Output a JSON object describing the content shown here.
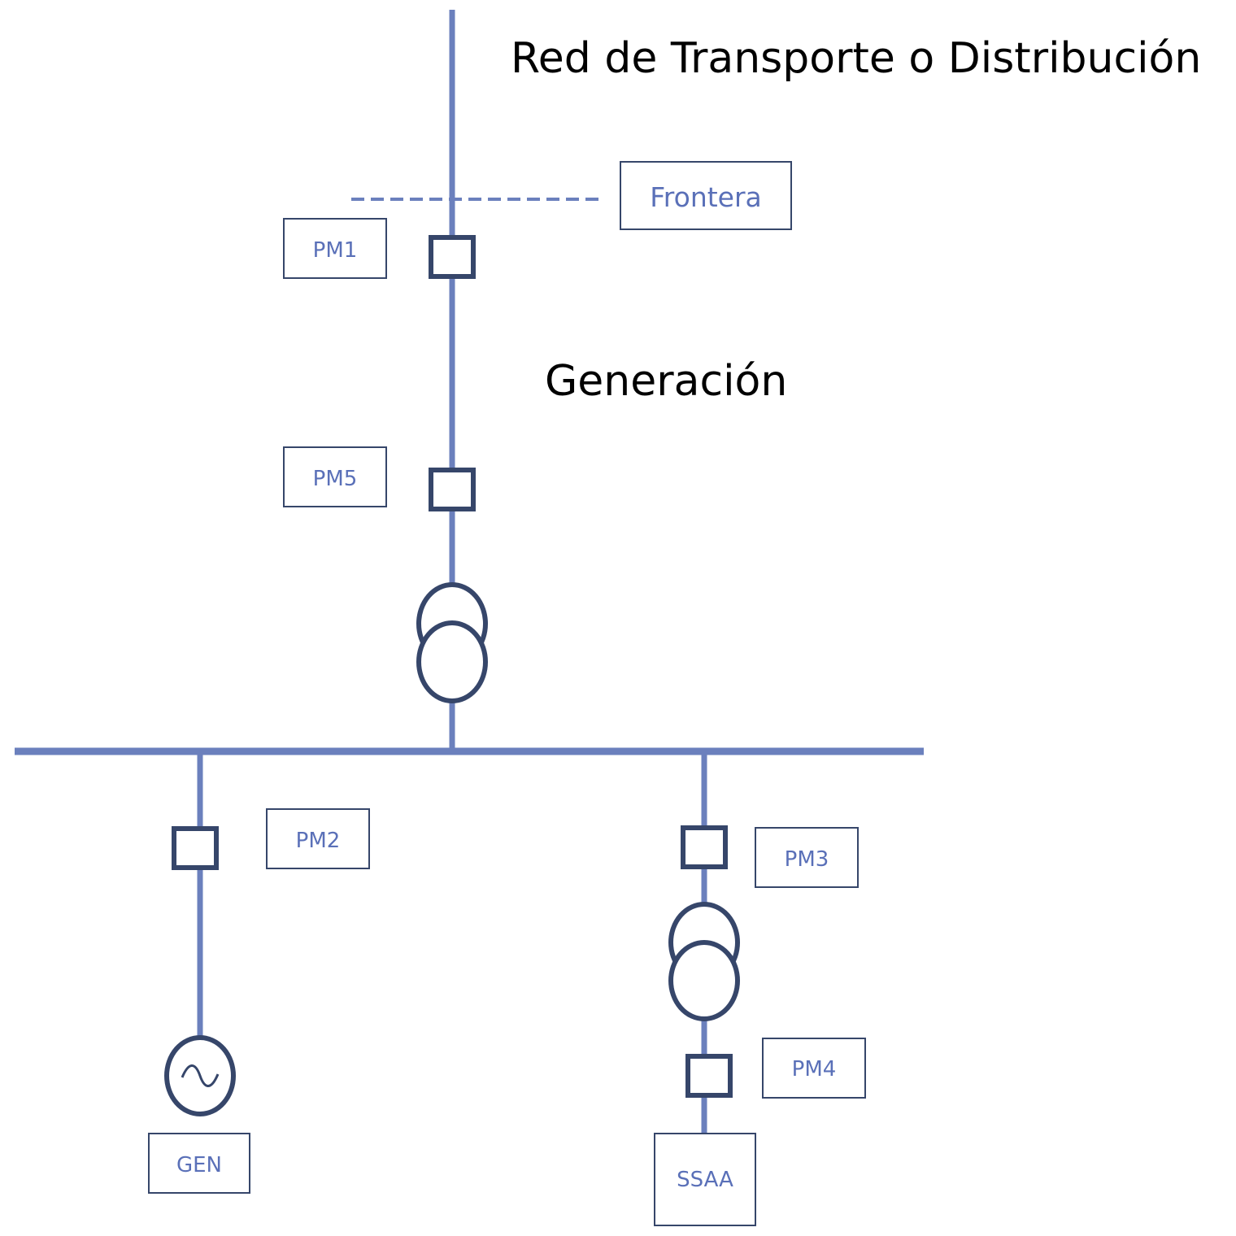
{
  "titles": {
    "network": "Red de Transporte o Distribución",
    "generation": "Generación"
  },
  "labels": {
    "frontera": "Frontera",
    "pm1": "PM1",
    "pm2": "PM2",
    "pm3": "PM3",
    "pm4": "PM4",
    "pm5": "PM5",
    "gen": "GEN",
    "ssaa": "SSAA"
  },
  "colors": {
    "line": "#6b80bd",
    "symbol": "#36466a",
    "label_text": "#5a70b8",
    "title_text": "#000000"
  }
}
